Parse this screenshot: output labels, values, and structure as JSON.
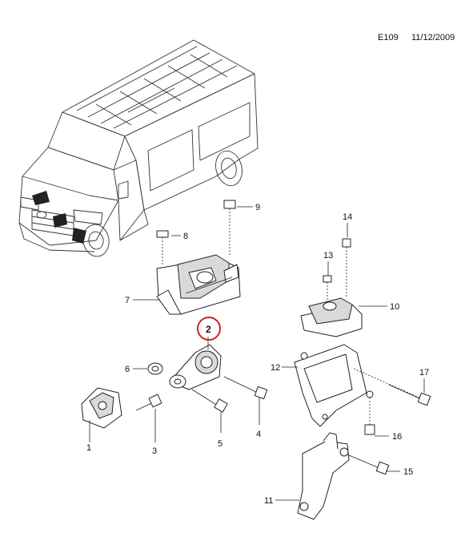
{
  "header": {
    "diagram_code": "E109",
    "date": "11/12/2009"
  },
  "callouts": {
    "p1": "1",
    "p2": "2",
    "p3": "3",
    "p4": "4",
    "p5": "5",
    "p6": "6",
    "p7": "7",
    "p8": "8",
    "p9": "9",
    "p10": "10",
    "p11": "11",
    "p12": "12",
    "p13": "13",
    "p14": "14",
    "p15": "15",
    "p16": "16",
    "p17": "17"
  },
  "highlight": {
    "part": "2",
    "color": "#d42020"
  },
  "colors": {
    "line": "#222222",
    "part_fill": "#d9d9d9",
    "background": "#ffffff"
  }
}
